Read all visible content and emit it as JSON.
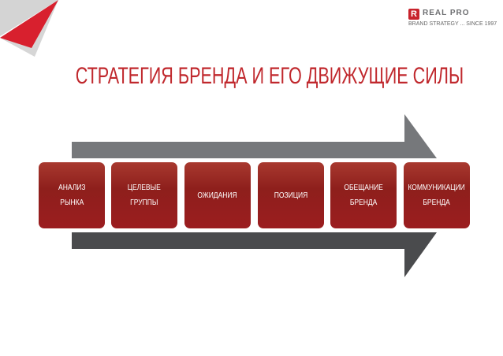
{
  "logo": {
    "mark": "R",
    "name": "REAL PRO",
    "tagline": "BRAND STRATEGY ... SINCE 1997"
  },
  "title": "СТРАТЕГИЯ БРЕНДА И ЕГО ДВИЖУЩИЕ СИЛЫ",
  "steps": [
    {
      "label": "АНАЛИЗ\nРЫНКА"
    },
    {
      "label": "ЦЕЛЕВЫЕ\nГРУППЫ"
    },
    {
      "label": "ОЖИДАНИЯ"
    },
    {
      "label": "ПОЗИЦИЯ"
    },
    {
      "label": "ОБЕЩАНИЕ\nБРЕНДА"
    },
    {
      "label": "КОММУНИКАЦИИ\nБРЕНДА"
    }
  ],
  "colors": {
    "accent": "#c0282d",
    "box": "#9b1d1f",
    "arrow_top": "#76787b",
    "arrow_bottom": "#4a4b4d"
  }
}
